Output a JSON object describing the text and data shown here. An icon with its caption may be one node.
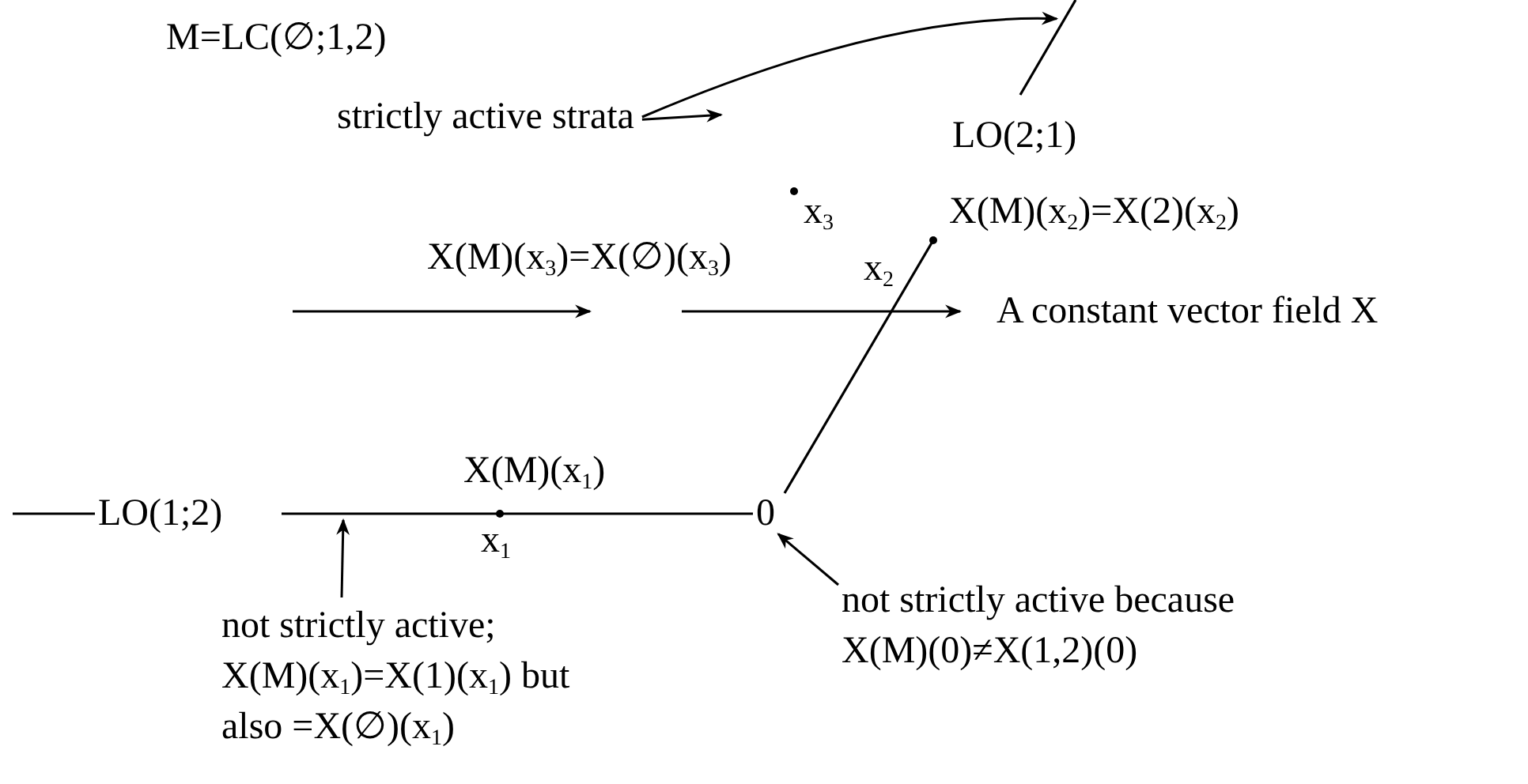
{
  "diagram": {
    "nodes": [
      {
        "text": [
          "strictly active strata"
        ]
      },
      {
        "text": [],
        "shape": "line"
      },
      {
        "text": [],
        "shape": "line"
      },
      {
        "text": [
          "not strictly active; X(M)(x$_{1}$)=X(1)(x$_{1}$) but also =X(∅)(x$_{1}$)"
        ]
      },
      {
        "text": [
          "0"
        ]
      },
      {
        "text": [
          "not strictly active because X(M)(0)≠X(1,2)(0)"
        ]
      }
    ],
    "edges": [
      {
        "from": 0,
        "to": 1,
        "arrow": "to"
      },
      {
        "from": 0,
        "to": null,
        "arrow": "to"
      },
      {
        "from": 3,
        "to": 2,
        "arrow": "to"
      },
      {
        "from": 5,
        "to": 4,
        "arrow": "to"
      }
    ],
    "labels": [
      "M=LC(∅;1,2)",
      "LO(2;1)",
      "x$_{3}$",
      "X(M)(x$_{2}$)=X(2)(x$_{2}$)",
      "X(M)(x$_{3}$)=X(∅)(x$_{3}$)",
      "x$_{2}$",
      "A constant vector field X",
      "LO(1;2)",
      "X(M)(x$_{1}$)",
      "x$_{1}$"
    ]
  }
}
